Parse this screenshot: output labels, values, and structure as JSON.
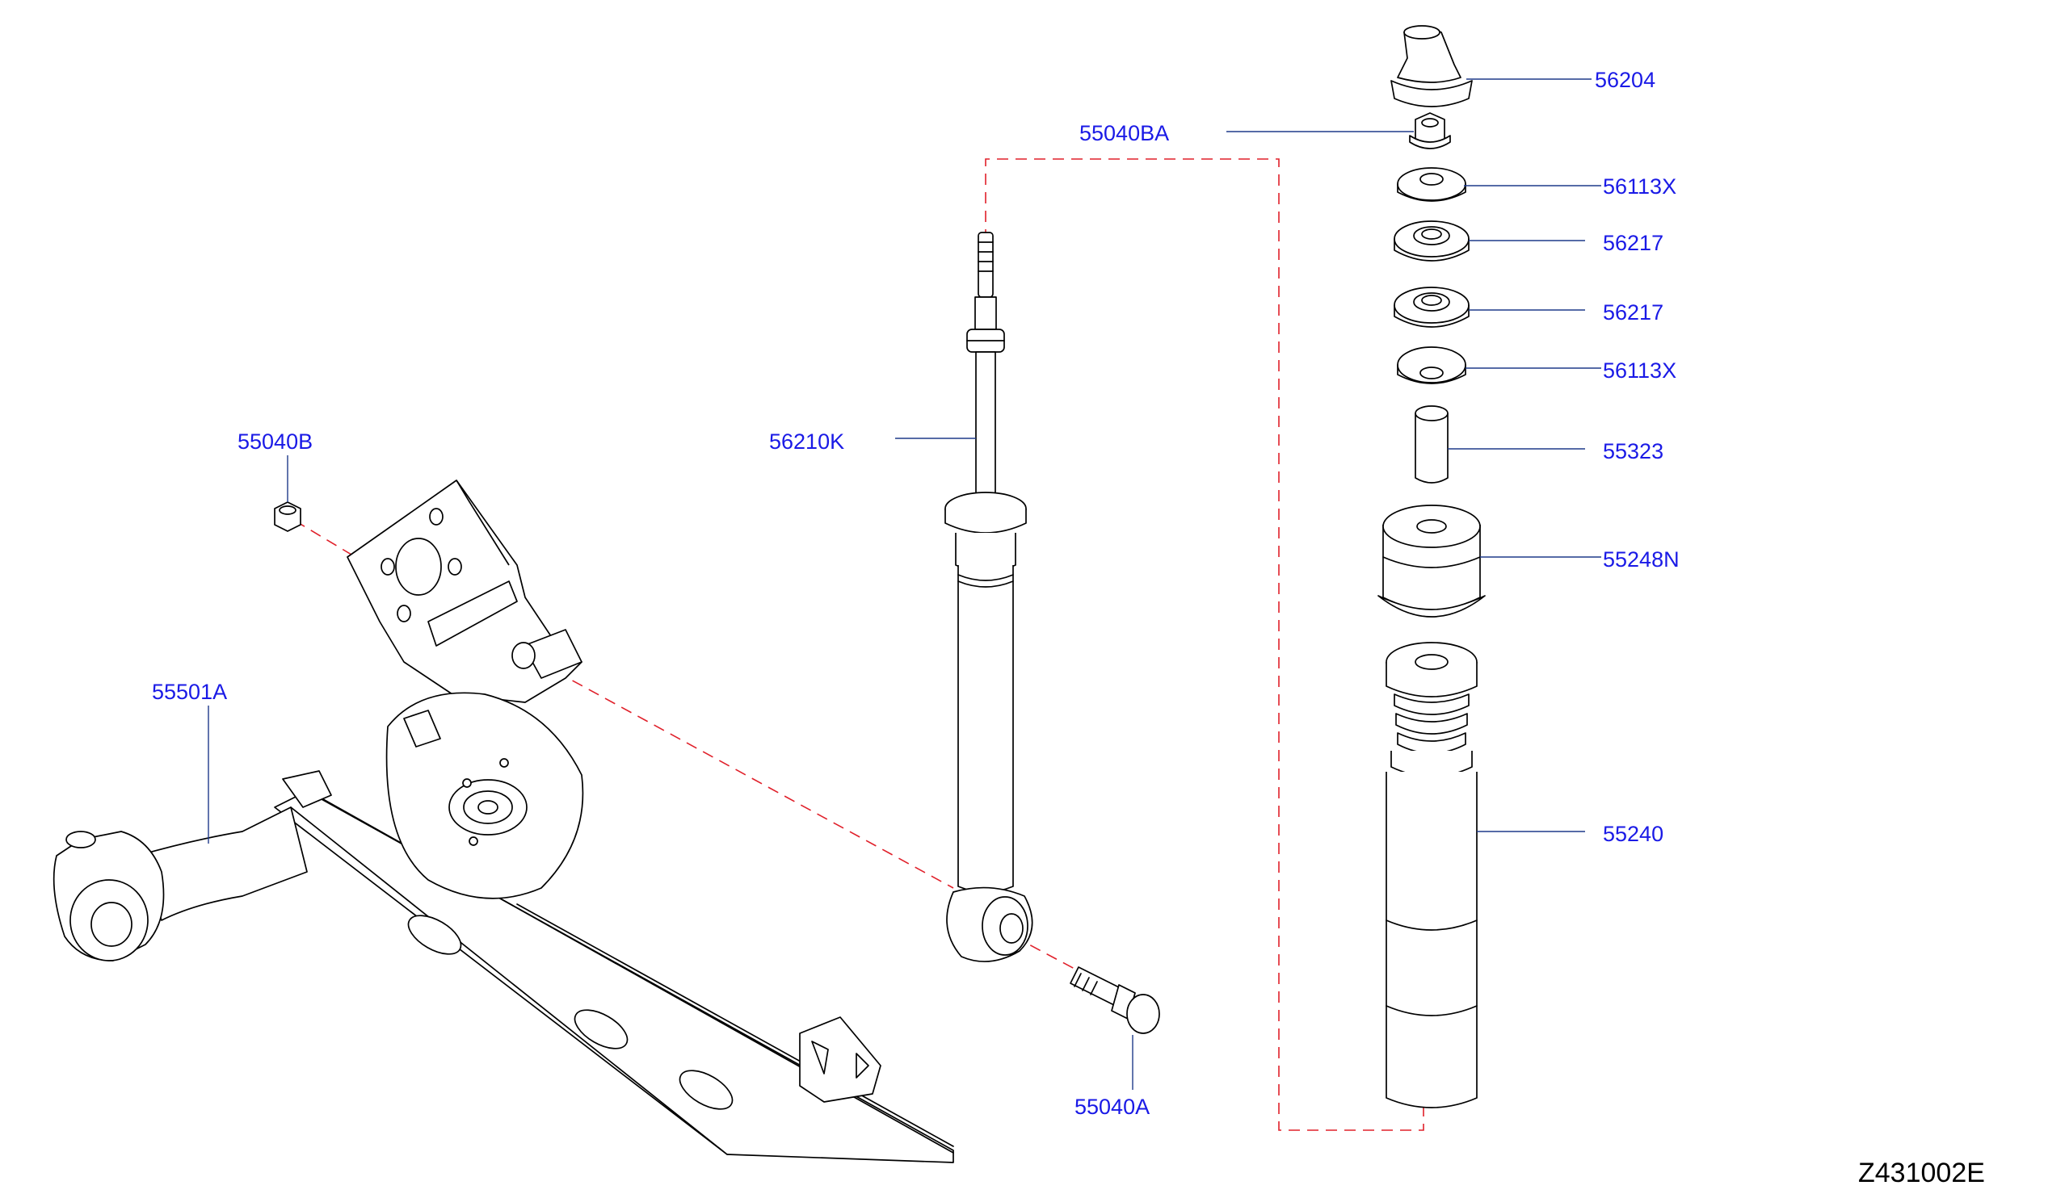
{
  "diagram": {
    "code": "Z431002E",
    "colors": {
      "label": "#1a1ae6",
      "leader": "#1e3a8a",
      "dashed_guide": "#e0202a",
      "line": "#000000"
    },
    "labels": {
      "p56204": "56204",
      "p55040BA": "55040BA",
      "p56113X_top": "56113X",
      "p56217_top": "56217",
      "p56217_bottom": "56217",
      "p56113X_bottom": "56113X",
      "p55323": "55323",
      "p55248N": "55248N",
      "p55240": "55240",
      "p56210K": "56210K",
      "p55040B": "55040B",
      "p55501A": "55501A",
      "p55040A": "55040A"
    }
  }
}
